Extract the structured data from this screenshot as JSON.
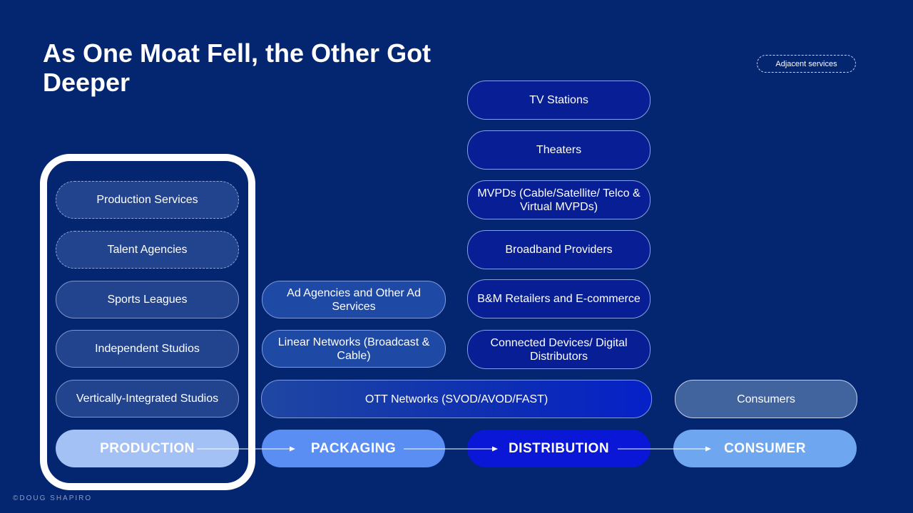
{
  "title": "As One Moat Fell, the Other Got Deeper",
  "legend": "Adjacent services",
  "copyright": "©DOUG SHAPIRO",
  "production": {
    "items": [
      "Production Services",
      "Talent Agencies",
      "Sports Leagues",
      "Independent Studios",
      "Vertically-Integrated Studios"
    ]
  },
  "packaging": {
    "items": [
      "Ad Agencies and Other Ad Services",
      "Linear Networks (Broadcast & Cable)"
    ]
  },
  "distribution": {
    "items": [
      "TV Stations",
      "Theaters",
      "MVPDs (Cable/Satellite/ Telco & Virtual MVPDs)",
      "Broadband Providers",
      "B&M Retailers and E-commerce",
      "Connected Devices/ Digital Distributors"
    ]
  },
  "ott": "OTT Networks (SVOD/AVOD/FAST)",
  "consumers": "Consumers",
  "stages": [
    "PRODUCTION",
    "PACKAGING",
    "DISTRIBUTION",
    "CONSUMER"
  ],
  "colors": {
    "background": "#042570",
    "production_stage": "#a3c1f5",
    "packaging_stage": "#5b8ef2",
    "distribution_stage": "#0a17d6",
    "consumer_stage": "#6ea7f0"
  }
}
